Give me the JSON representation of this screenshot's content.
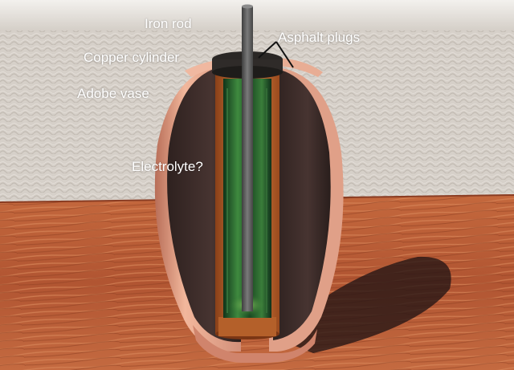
{
  "labels": {
    "iron_rod": "Iron rod",
    "asphalt_plugs": "Asphalt plugs",
    "copper_cylinder": "Copper cylinder",
    "adobe_vase": "Adobe vase",
    "electrolyte": "Electrolyte?"
  },
  "colors": {
    "label_text": "#ffffff",
    "vase_outer": "#e6a78d",
    "vase_inner": "#3a2a27",
    "copper": "#c96a2c",
    "electrolyte": "#1f5a25",
    "iron_rod": "#555555",
    "asphalt": "#2a2725",
    "table_wood": "#b45a35",
    "sand": "#d8d2cb"
  }
}
